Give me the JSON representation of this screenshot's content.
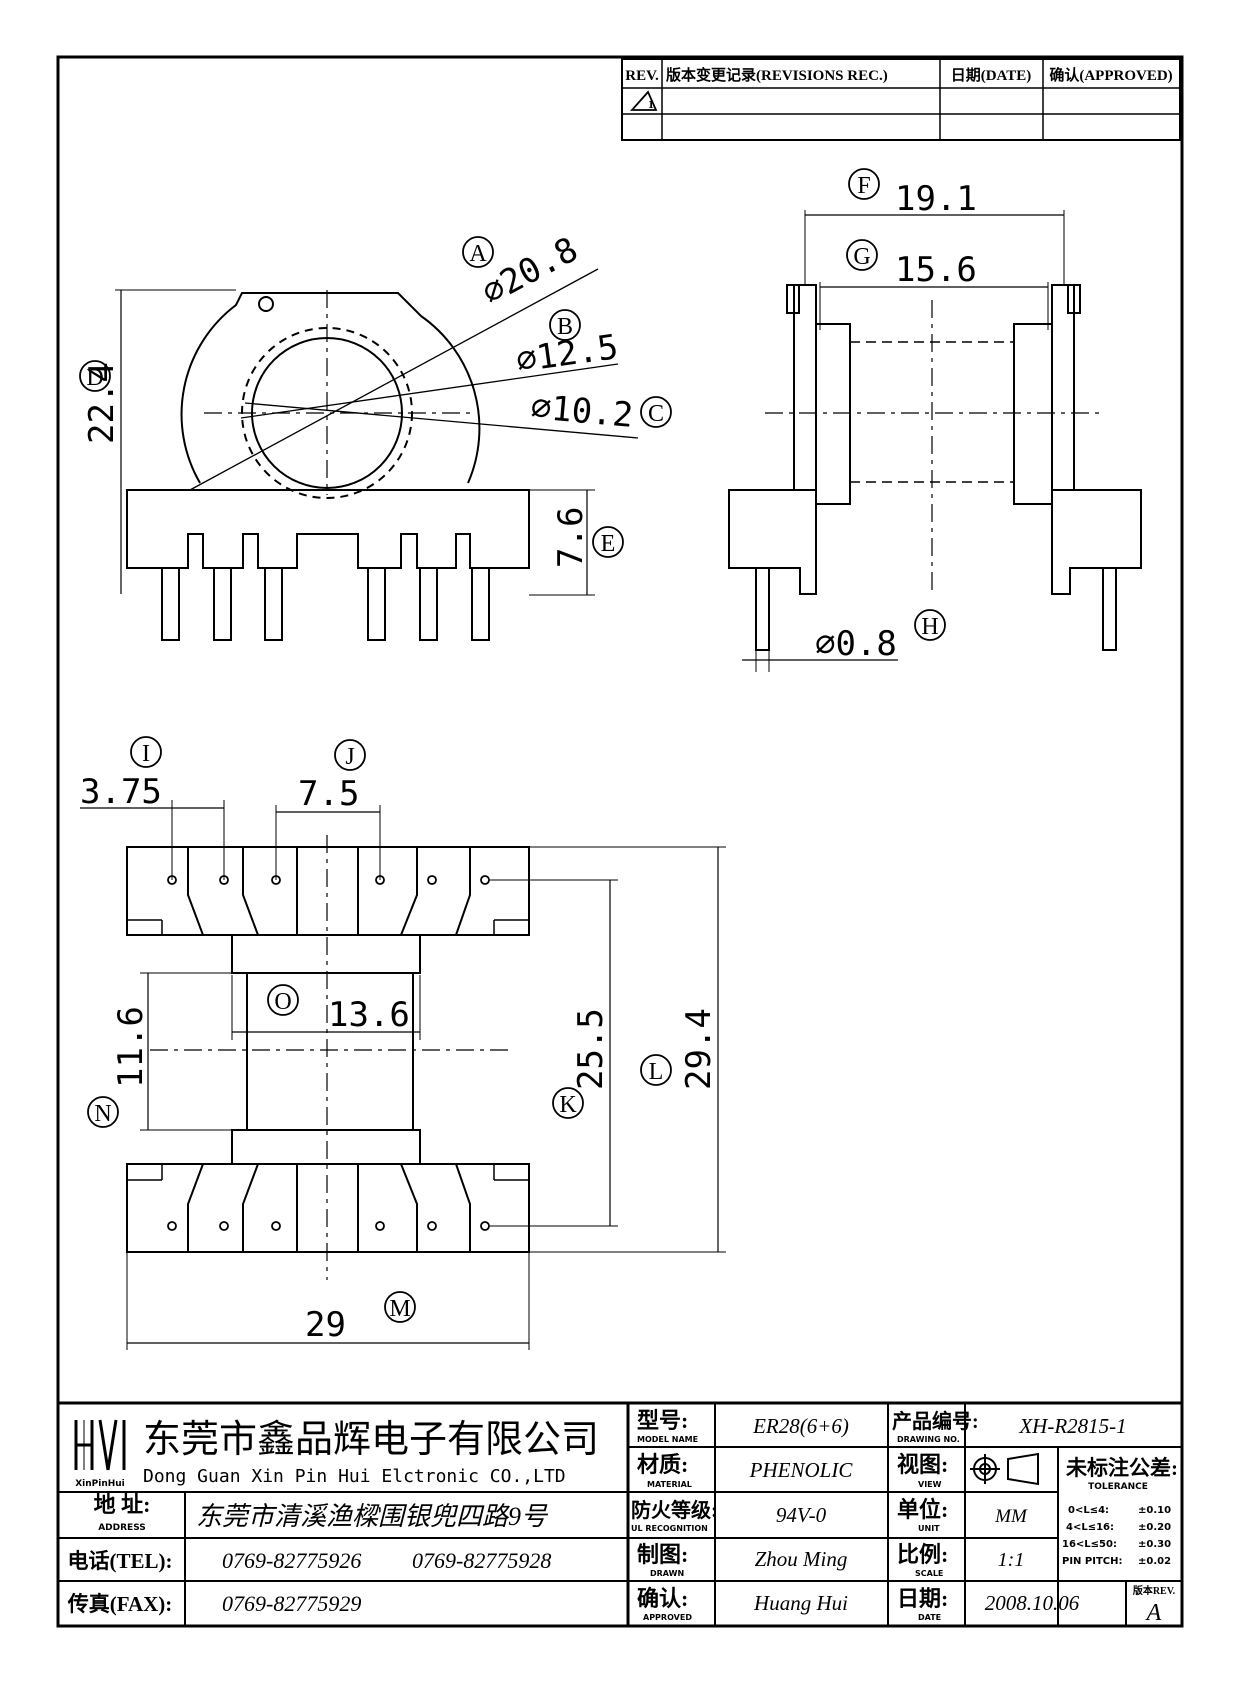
{
  "revision_table": {
    "headers": {
      "rev": "REV.",
      "record": "版本变更记录(REVISIONS REC.)",
      "date": "日期(DATE)",
      "approved": "确认(APPROVED)"
    },
    "row1_rev": "1"
  },
  "dimensions": {
    "A": {
      "letter": "A",
      "value": "⌀20.8"
    },
    "B": {
      "letter": "B",
      "value": "⌀12.5"
    },
    "C": {
      "letter": "C",
      "value": "⌀10.2"
    },
    "D": {
      "letter": "D",
      "value": "22.4"
    },
    "E": {
      "letter": "E",
      "value": "7.6"
    },
    "F": {
      "letter": "F",
      "value": "19.1"
    },
    "G": {
      "letter": "G",
      "value": "15.6"
    },
    "H": {
      "letter": "H",
      "value": "⌀0.8"
    },
    "I": {
      "letter": "I",
      "value": "3.75"
    },
    "J": {
      "letter": "J",
      "value": "7.5"
    },
    "K": {
      "letter": "K",
      "value": "25.5"
    },
    "L": {
      "letter": "L",
      "value": "29.4"
    },
    "M": {
      "letter": "M",
      "value": "29"
    },
    "N": {
      "letter": "N",
      "value": "11.6"
    },
    "O": {
      "letter": "O",
      "value": "13.6"
    }
  },
  "title_block": {
    "logo_caption": "XinPinHui",
    "company_cn": "东莞市鑫品辉电子有限公司",
    "company_en": "Dong Guan Xin Pin Hui Elctronic CO.,LTD",
    "address_label_cn": "地 址:",
    "address_label_en": "ADDRESS",
    "address_value": "东莞市清溪渔樑围银兜四路9号",
    "tel_label": "电话(TEL):",
    "tel_value_1": "0769-82775926",
    "tel_value_2": "0769-82775928",
    "fax_label": "传真(FAX):",
    "fax_value": "0769-82775929",
    "model_label_cn": "型号:",
    "model_label_en": "MODEL NAME",
    "model_value": "ER28(6+6)",
    "material_label_cn": "材质:",
    "material_label_en": "MATERIAL",
    "material_value": "PHENOLIC",
    "flame_label_cn": "防火等级:",
    "flame_label_en": "UL RECOGNITION",
    "flame_value": "94V-0",
    "drawn_label_cn": "制图:",
    "drawn_label_en": "DRAWN",
    "drawn_value": "Zhou Ming",
    "approved_label_cn": "确认:",
    "approved_label_en": "APPROVED",
    "approved_value": "Huang Hui",
    "drawing_no_label_cn": "产品编号:",
    "drawing_no_label_en": "DRAWING NO.",
    "drawing_no_value": "XH-R2815-1",
    "view_label_cn": "视图:",
    "view_label_en": "VIEW",
    "unit_label_cn": "单位:",
    "unit_label_en": "UNIT",
    "unit_value": "MM",
    "scale_label_cn": "比例:",
    "scale_label_en": "SCALE",
    "scale_value": "1:1",
    "date_label_cn": "日期:",
    "date_label_en": "DATE",
    "date_value": "2008.10.06",
    "tolerance_title_cn": "未标注公差:",
    "tolerance_title_en": "TOLERANCE",
    "tolerances": [
      {
        "range": "0<L≤4:",
        "value": "±0.10"
      },
      {
        "range": "4<L≤16:",
        "value": "±0.20"
      },
      {
        "range": "16<L≤50:",
        "value": "±0.30"
      },
      {
        "range": "PIN PITCH:",
        "value": "±0.02"
      }
    ],
    "version_label": "版本REV.",
    "version_value": "A"
  }
}
